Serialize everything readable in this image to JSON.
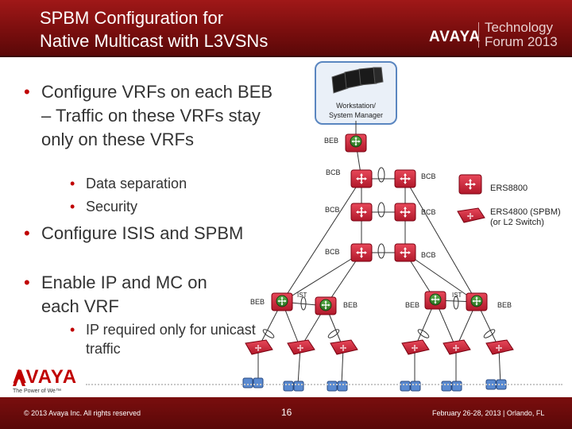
{
  "header": {
    "title": "SPBM Configuration for\nNative Multicast with L3VSNs",
    "brand_logo": "AVAYA",
    "brand_forum": "Technology\nForum 2013"
  },
  "content": {
    "bullets": [
      "Configure VRFs on each BEB – Traffic on these VRFs stay only on these VRFs",
      "Configure ISIS and SPBM",
      "Enable IP and MC on each VRF"
    ],
    "sub_bullets_1": [
      "Data separation",
      "Security"
    ],
    "sub_bullets_2": [
      "IP required only for unicast traffic"
    ]
  },
  "diagram": {
    "workstation_label": "Workstation/\nSystem Manager",
    "labels": {
      "beb_top": "BEB",
      "bcb_1": "BCB",
      "bcb_2": "BCB",
      "bcb_3": "BCB",
      "bcb_4": "BCB",
      "bcb_5": "BCB",
      "bcb_6": "BCB",
      "beb_left_1": "BEB",
      "beb_left_2": "BEB",
      "beb_right_1": "BEB",
      "beb_right_2": "BEB",
      "ist_left": "IST",
      "ist_right": "IST"
    },
    "legend": {
      "ers8800": "ERS8800",
      "ers4800": "ERS4800 (SPBM)\n(or L2 Switch)"
    }
  },
  "footer": {
    "logo": "AVAYA",
    "tagline": "The Power of We™",
    "copyright": "© 2013 Avaya Inc. All rights reserved",
    "page_number": "16",
    "event": "February 26-28, 2013 | Orlando, FL"
  }
}
